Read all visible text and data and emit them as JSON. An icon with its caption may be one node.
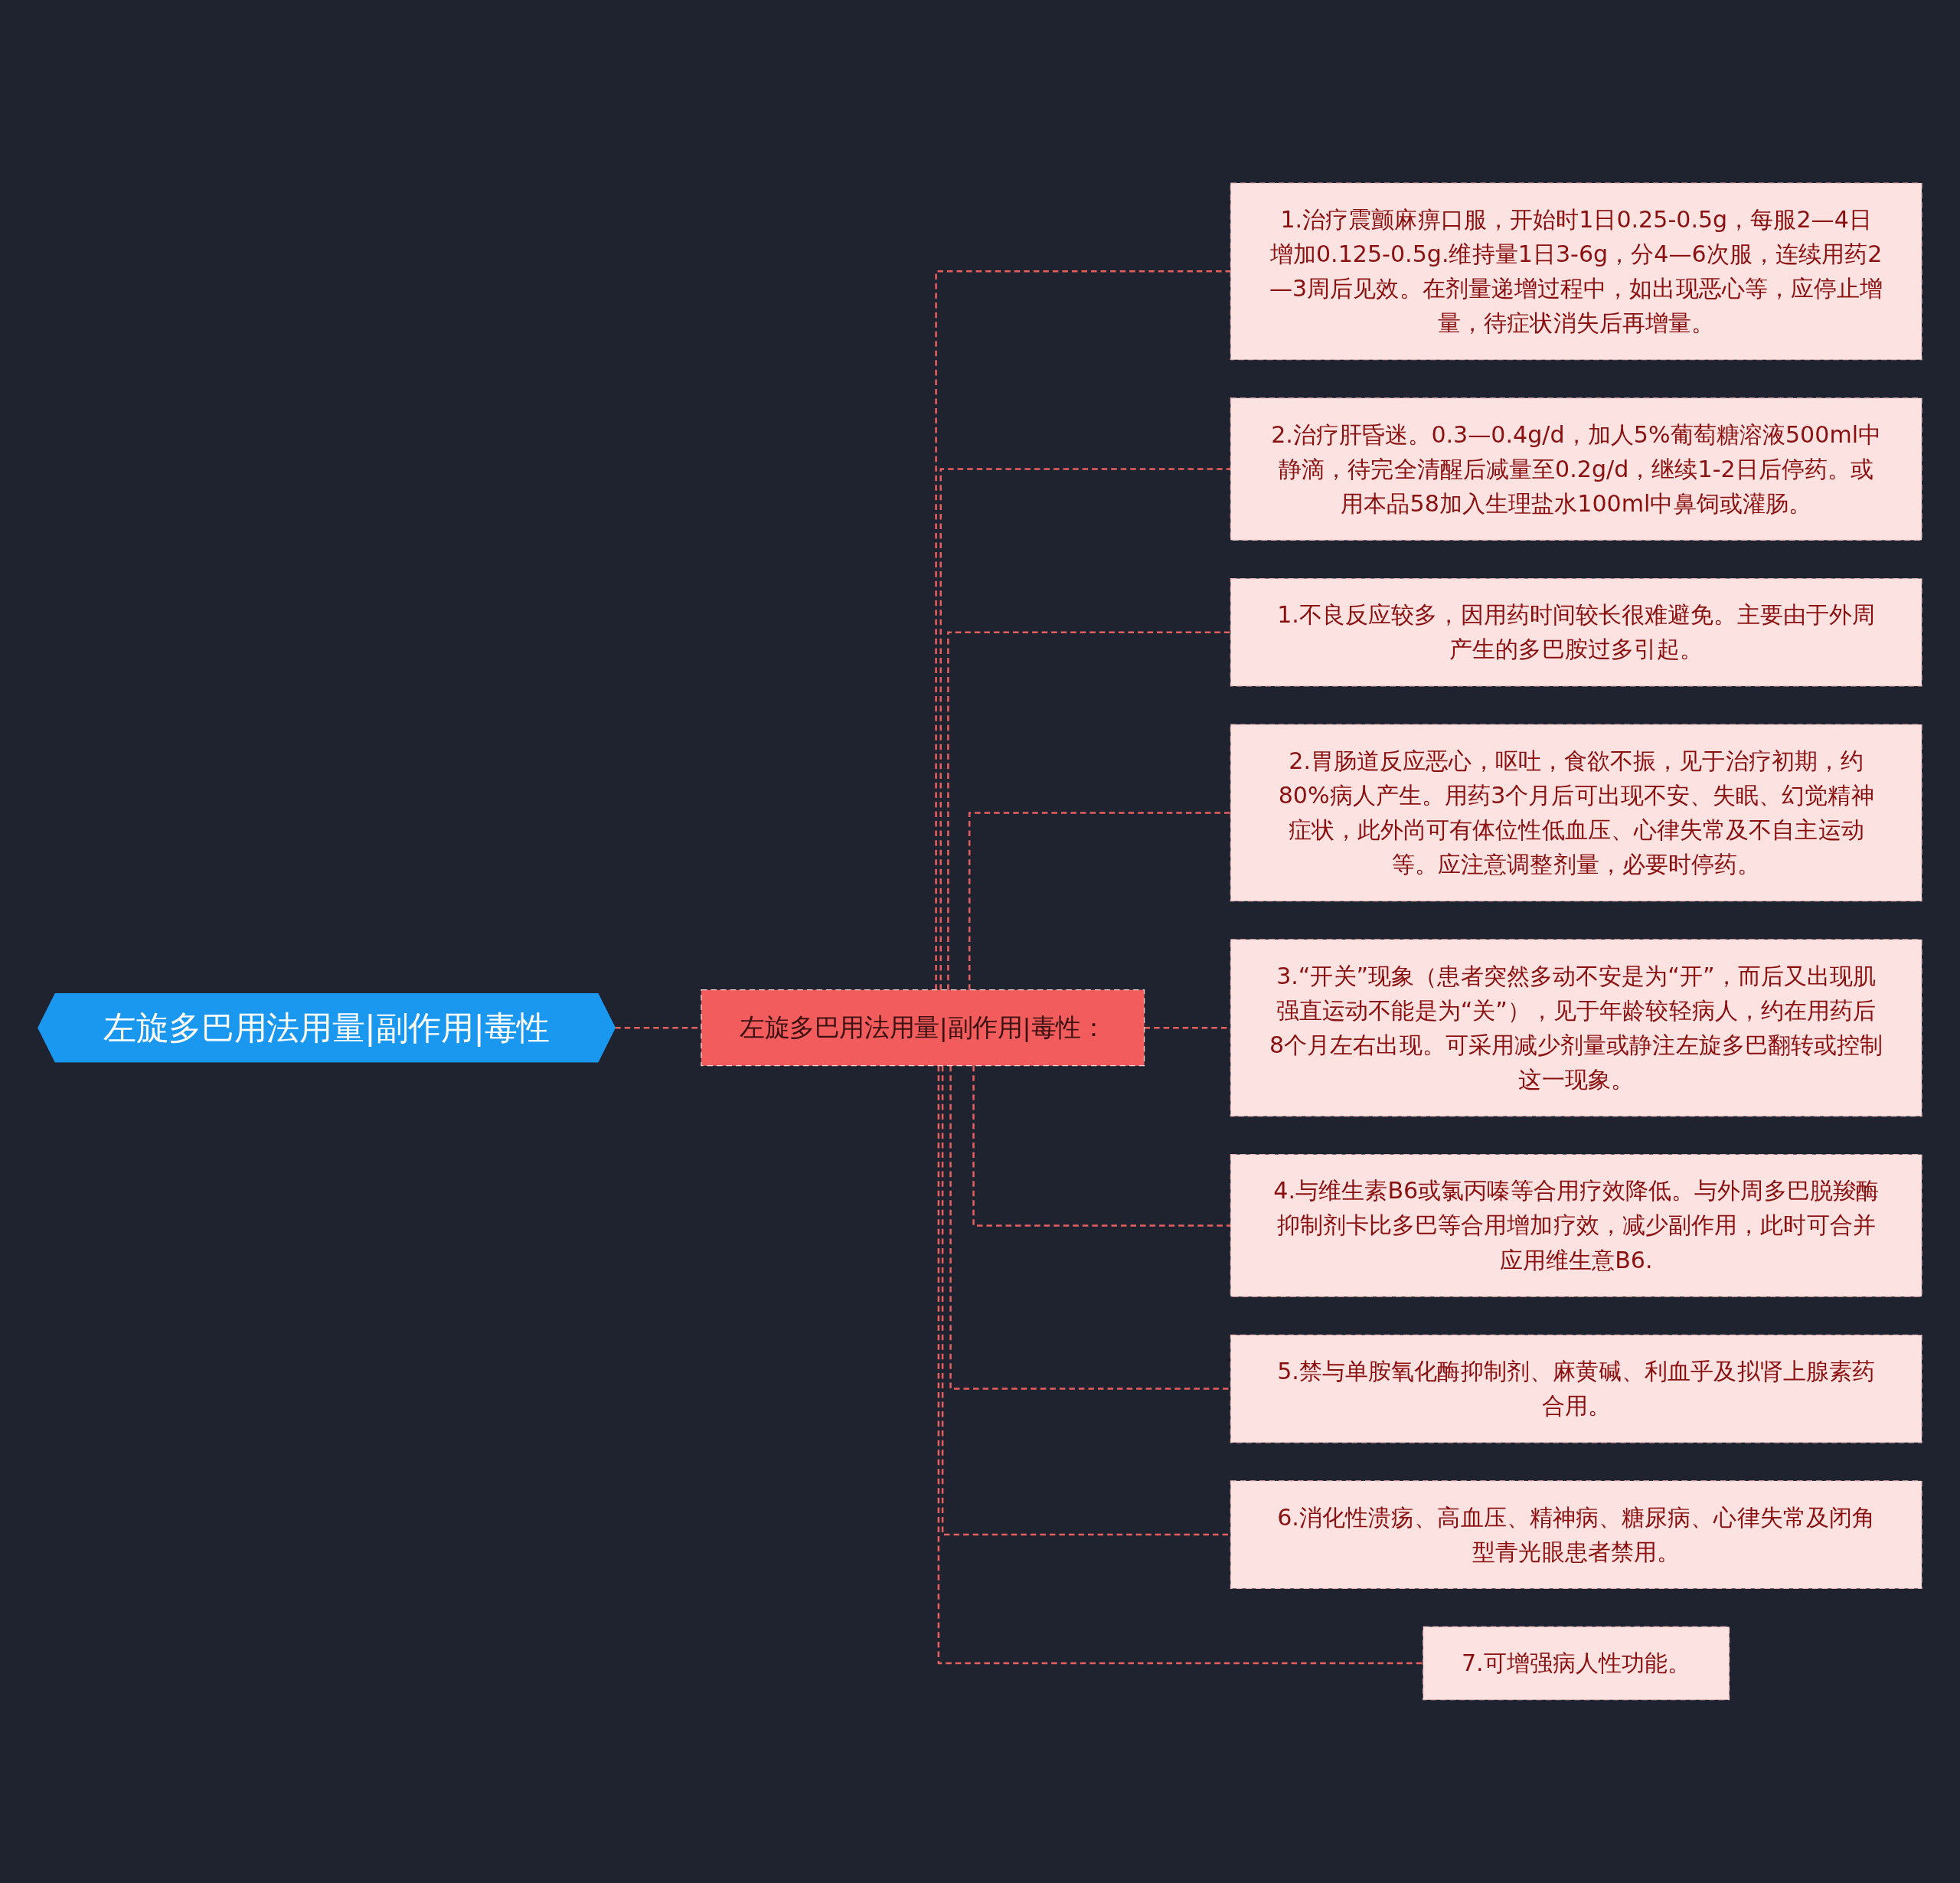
{
  "diagram": {
    "nodes": [
      {
        "text": [
          "左旋多巴用法用量|副作用|毒性"
        ]
      },
      {
        "text": [
          "左旋多巴用法用量|副作用|毒性："
        ]
      },
      {
        "text": [
          "1.治疗震颤麻痹口服，开始时1日0.25-0.5g，每服2—4日增加0.125-0.5g.维持量1日3-6g，分4—6次服，连续用药2—3周后见效。在剂量递增过程中，如出现恶心等，应停止增量，待症状消失后再增量。"
        ]
      },
      {
        "text": [
          "2.治疗肝昏迷。0.3—0.4g/d，加人5%葡萄糖溶液500ml中静滴，待完全清醒后减量至0.2g/d，继续1-2日后停药。或用本品58加入生理盐水100ml中鼻饲或灌肠。"
        ]
      },
      {
        "text": [
          "1.不良反应较多，因用药时间较长很难避免。主要由于外周产生的多巴胺过多引起。"
        ]
      },
      {
        "text": [
          "2.胃肠道反应恶心，呕吐，食欲不振，见于治疗初期，约80%病人产生。用药3个月后可出现不安、失眠、幻觉精神症状，此外尚可有体位性低血压、心律失常及不自主运动等。应注意调整剂量，必要时停药。"
        ]
      },
      {
        "text": [
          "3.“开关”现象（患者突然多动不安是为“开”，而后又出现肌强直运动不能是为“关”），见于年龄较轻病人，约在用药后8个月左右出现。可采用减少剂量或静注左旋多巴翻转或控制这一现象。"
        ]
      },
      {
        "text": [
          "4.与维生素B6或氯丙嗪等合用疗效降低。与外周多巴脱羧酶抑制剂卡比多巴等合用增加疗效，减少副作用，此时可合并应用维生意B6."
        ]
      },
      {
        "text": [
          "5.禁与单胺氧化酶抑制剂、麻黄碱、利血乎及拟肾上腺素药合用。"
        ]
      },
      {
        "text": [
          "6.消化性溃疡、高血压、精神病、糖尿病、心律失常及闭角型青光眼患者禁用。"
        ]
      },
      {
        "text": [
          "7.可增强病人性功能。"
        ]
      }
    ],
    "edges": [
      {
        "from": 0,
        "to": 1,
        "arrow": "none",
        "style": "dashed"
      },
      {
        "from": 1,
        "to": 2,
        "arrow": "none",
        "style": "dashed"
      },
      {
        "from": 1,
        "to": 3,
        "arrow": "none",
        "style": "dashed"
      },
      {
        "from": 1,
        "to": 4,
        "arrow": "none",
        "style": "dashed"
      },
      {
        "from": 1,
        "to": 5,
        "arrow": "none",
        "style": "dashed"
      },
      {
        "from": 1,
        "to": 6,
        "arrow": "none",
        "style": "dashed"
      },
      {
        "from": 1,
        "to": 7,
        "arrow": "none",
        "style": "dashed"
      },
      {
        "from": 1,
        "to": 8,
        "arrow": "none",
        "style": "dashed"
      },
      {
        "from": 1,
        "to": 9,
        "arrow": "none",
        "style": "dashed"
      },
      {
        "from": 1,
        "to": 10,
        "arrow": "none",
        "style": "dashed"
      }
    ]
  }
}
